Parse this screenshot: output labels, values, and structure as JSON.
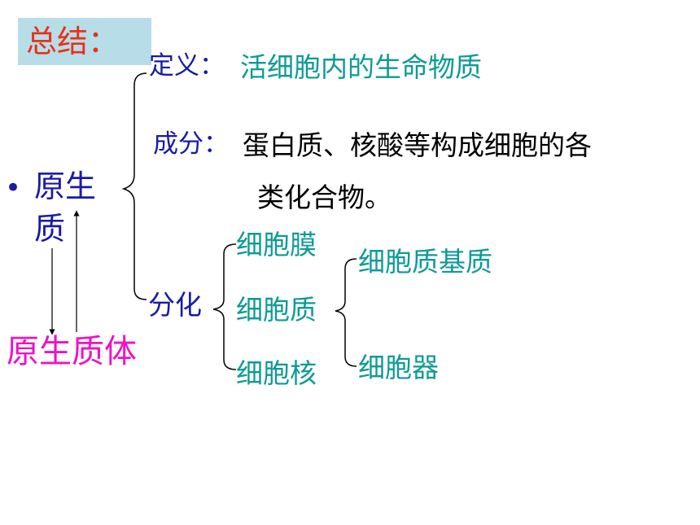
{
  "colors": {
    "title": "#e8311a",
    "label": "#1a1aa6",
    "teal": "#0e9a96",
    "black": "#000000",
    "magenta": "#ee12c6",
    "box": "#b7dde8"
  },
  "title": "总结：",
  "main": {
    "bullet": "•",
    "term_line1": "原生",
    "term_line2": "质",
    "related": "原生质体"
  },
  "definition": {
    "label": "定义：",
    "text": "活细胞内的生命物质"
  },
  "composition": {
    "label": "成分：",
    "text_line1": "蛋白质、核酸等构成细胞的各",
    "text_line2": "类化合物。"
  },
  "differentiation": {
    "label": "分化",
    "parts": [
      "细胞膜",
      "细胞质",
      "细胞核"
    ],
    "cytoplasm_parts": [
      "细胞质基质",
      "细胞器"
    ]
  }
}
